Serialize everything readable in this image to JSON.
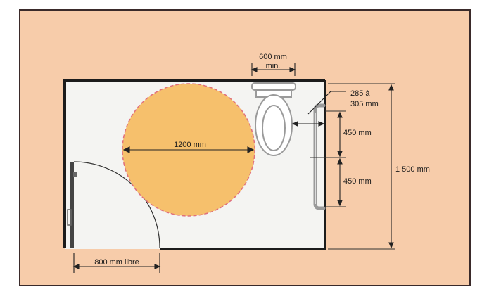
{
  "colors": {
    "frame_fill": "#f7ccaa",
    "frame_border": "#3a2a2a",
    "room_fill": "#f4f4f2",
    "wall": "#1c1c1c",
    "turning_circle": "#f6c06c",
    "circle_outline": "#e0707c",
    "fixture": "#9a9a9a"
  },
  "labels": {
    "toilet_width": "600 mm",
    "toilet_width_min": "min.",
    "toilet_offset_line1": "285 à",
    "toilet_offset_line2": "305 mm",
    "upper_bar": "450 mm",
    "lower_bar": "450 mm",
    "room_depth": "1 500 mm",
    "turning_diameter": "1200 mm",
    "door_clearance": "800 mm libre"
  }
}
